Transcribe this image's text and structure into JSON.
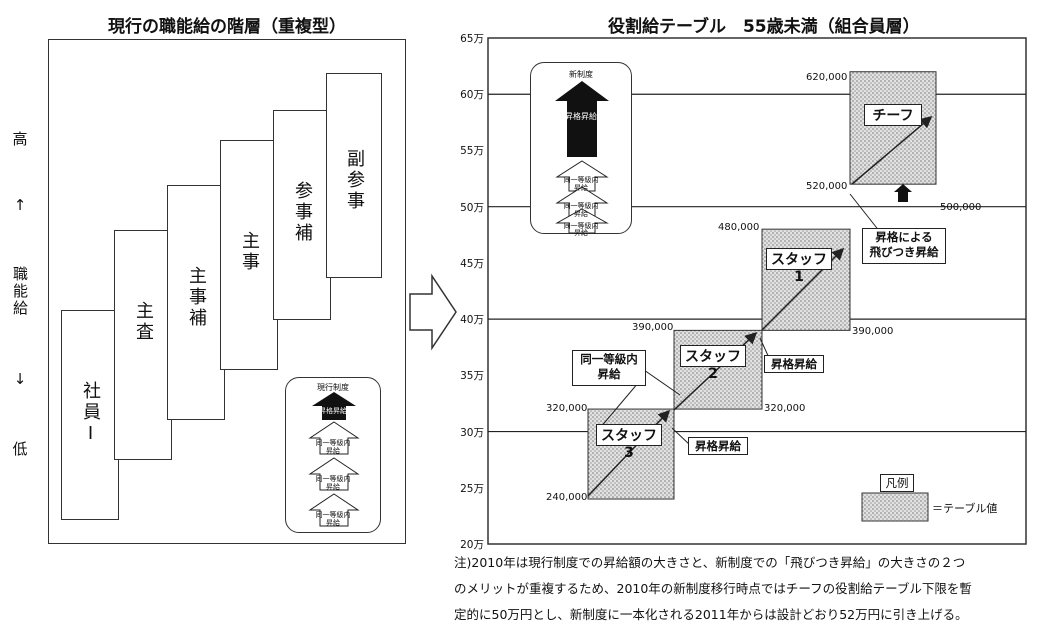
{
  "left": {
    "title": "現行の職能給の階層（重複型）",
    "axis_high": "高",
    "axis_arrow_up": "↑",
    "axis_label": "職能給",
    "axis_arrow_down": "↓",
    "axis_low": "低",
    "steps": [
      "社員Ⅰ",
      "主査",
      "主事補",
      "主事",
      "参事補",
      "副参事"
    ],
    "legend": {
      "title": "現行制度",
      "top_label": "昇格昇給",
      "sub_label_1": "同一等級内",
      "sub_label_2": "昇給"
    }
  },
  "right": {
    "title": "役割給テーブル　55歳未満（組合員層）",
    "legend": {
      "title": "新制度",
      "top_label": "昇格昇給",
      "sub_label_1": "同一等級内",
      "sub_label_2": "昇給"
    },
    "callouts": {
      "promotion": "昇格昇給",
      "same_grade_1": "同一等級内",
      "same_grade_2": "昇給",
      "jump_1": "昇格による",
      "jump_2": "飛びつき昇給"
    },
    "boundary_labels": {
      "staff3_bottom": "240,000",
      "staff3_top": "320,000",
      "staff2_bottom": "320,000",
      "staff2_top": "390,000",
      "staff1_bottom": "390,000",
      "staff1_top": "480,000",
      "chief_bottom": "520,000",
      "chief_top": "620,000",
      "chief_provisional": "500,000"
    },
    "key": {
      "title": "凡例",
      "label": "＝テーブル値"
    }
  },
  "note": {
    "line1": "注)2010年は現行制度での昇給額の大きさと、新制度での「飛びつき昇給」の大きさの２つ",
    "line2": "のメリットが重複するため、2010年の新制度移行時点ではチーフの役割給テーブル下限を暫",
    "line3": "定的に50万円とし、新制度に一本化される2011年からは設計どおり52万円に引き上げる。"
  },
  "chart_data": {
    "type": "table",
    "y_unit": "万",
    "ylim": [
      20,
      65
    ],
    "y_ticks": [
      "20万",
      "25万",
      "30万",
      "35万",
      "40万",
      "45万",
      "50万",
      "55万",
      "60万",
      "65万"
    ],
    "y_tick_values": [
      20,
      25,
      30,
      35,
      40,
      45,
      50,
      55,
      60,
      65
    ],
    "gridlines_at": [
      30,
      40,
      50,
      60
    ],
    "bands": [
      {
        "name": "スタッフ3",
        "min": 240000,
        "max": 320000
      },
      {
        "name": "スタッフ2",
        "min": 320000,
        "max": 390000
      },
      {
        "name": "スタッフ1",
        "min": 390000,
        "max": 480000
      },
      {
        "name": "チーフ",
        "min": 520000,
        "max": 620000
      }
    ]
  }
}
